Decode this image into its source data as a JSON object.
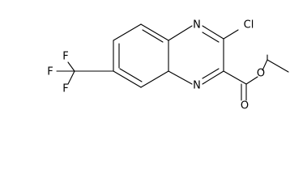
{
  "molecule": {
    "atoms": {
      "n1": "N",
      "n2": "N",
      "cl": "Cl",
      "o_carbonyl": "O",
      "o_ester": "O",
      "f1": "F",
      "f2": "F",
      "f3": "F"
    },
    "colors": {
      "bond": "#000000",
      "label": "#000000",
      "background": "#ffffff"
    }
  }
}
